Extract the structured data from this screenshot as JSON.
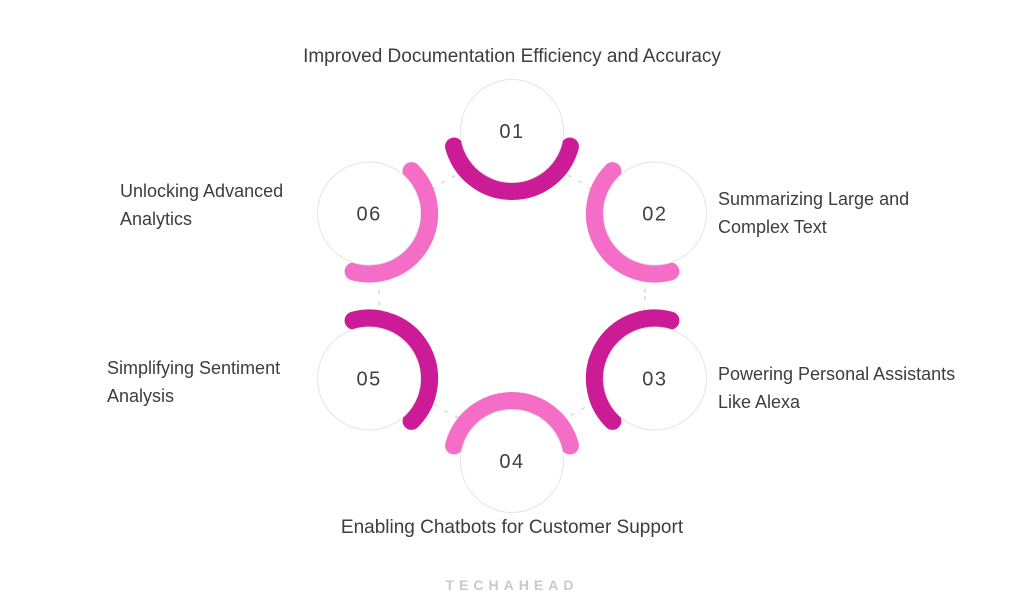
{
  "diagram": {
    "nodes": [
      {
        "number": "01",
        "label": "Improved Documentation Efficiency and Accuracy",
        "tone": "dark",
        "label_position": "top"
      },
      {
        "number": "02",
        "label": "Summarizing Large and\nComplex Text",
        "tone": "light",
        "label_position": "right"
      },
      {
        "number": "03",
        "label": "Powering Personal Assistants\nLike Alexa",
        "tone": "dark",
        "label_position": "right"
      },
      {
        "number": "04",
        "label": "Enabling Chatbots for Customer Support",
        "tone": "light",
        "label_position": "bottom"
      },
      {
        "number": "05",
        "label": "Simplifying Sentiment\nAnalysis",
        "tone": "dark",
        "label_position": "left"
      },
      {
        "number": "06",
        "label": "Unlocking Advanced\nAnalytics",
        "tone": "light",
        "label_position": "left"
      }
    ]
  },
  "colors": {
    "arc_dark": "#cb1b96",
    "arc_light": "#f46ec8",
    "circle_fill": "#ffffff",
    "circle_border": "#e5e5e5",
    "connector": "#d9d9d9",
    "number_text": "#404040",
    "label_text": "#3d3d3d",
    "logo_text": "#c9c9c9",
    "background": "#ffffff"
  },
  "footer": {
    "logo": "TECHAHEAD"
  }
}
